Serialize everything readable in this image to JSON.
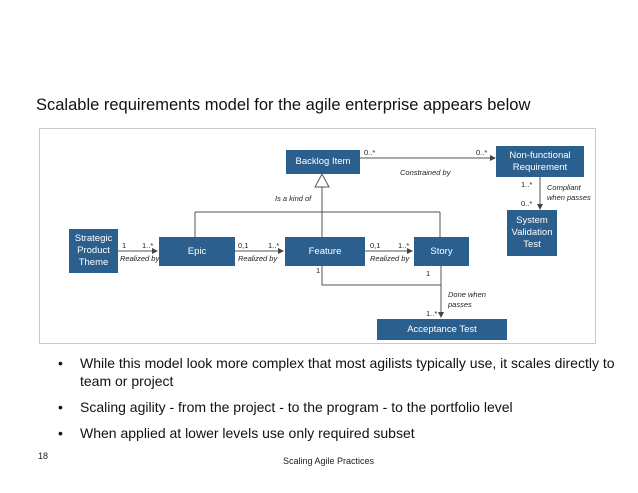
{
  "slide": {
    "title": "Scalable requirements model for the agile enterprise appears below",
    "page_number": "18",
    "footer": "Scaling Agile Practices"
  },
  "diagram": {
    "boxes": {
      "backlog_item": "Backlog Item",
      "nonfunctional": "Non-functional Requirement",
      "strategic_theme": "Strategic Product Theme",
      "epic": "Epic",
      "feature": "Feature",
      "story": "Story",
      "system_validation_test": "System Validation Test",
      "acceptance_test": "Acceptance Test"
    },
    "labels": {
      "theme_epic_mult_a": "1",
      "theme_epic_mult_b": "1..*",
      "theme_epic_rel": "Realized by",
      "epic_feature_mult_a": "0,1",
      "epic_feature_mult_b": "1..*",
      "epic_feature_rel": "Realized by",
      "feature_story_mult_a": "0,1",
      "feature_story_mult_b": "1..*",
      "feature_story_rel": "Realized by",
      "backlog_nfr_mult_a": "0..*",
      "backlog_nfr_mult_b": "0..*",
      "backlog_nfr_rel": "Constrained by",
      "kind_of": "Is a kind of",
      "nfr_svt_mult_a": "1..*",
      "nfr_svt_mult_b": "0..*",
      "nfr_svt_rel": "Compliant when passes",
      "feature_mult": "1",
      "story_mult": "1",
      "done_when": "Done when passes",
      "acceptance_mult": "1..*"
    }
  },
  "bullets": [
    "While this model look more complex that most agilists typically use, it  scales directly to team or project",
    "Scaling agility - from the project - to the program - to the portfolio level",
    "When applied at lower levels use only required subset"
  ],
  "colors": {
    "box_fill": "#2b5f8e",
    "box_text": "#ffffff",
    "line": "#555555"
  }
}
